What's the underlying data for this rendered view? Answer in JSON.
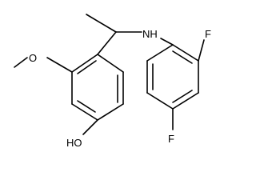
{
  "molecule": {
    "labels": {
      "nh": "NH",
      "f_top": "F",
      "f_bottom": "F",
      "oh": "HO",
      "o_methoxy": "O"
    }
  }
}
